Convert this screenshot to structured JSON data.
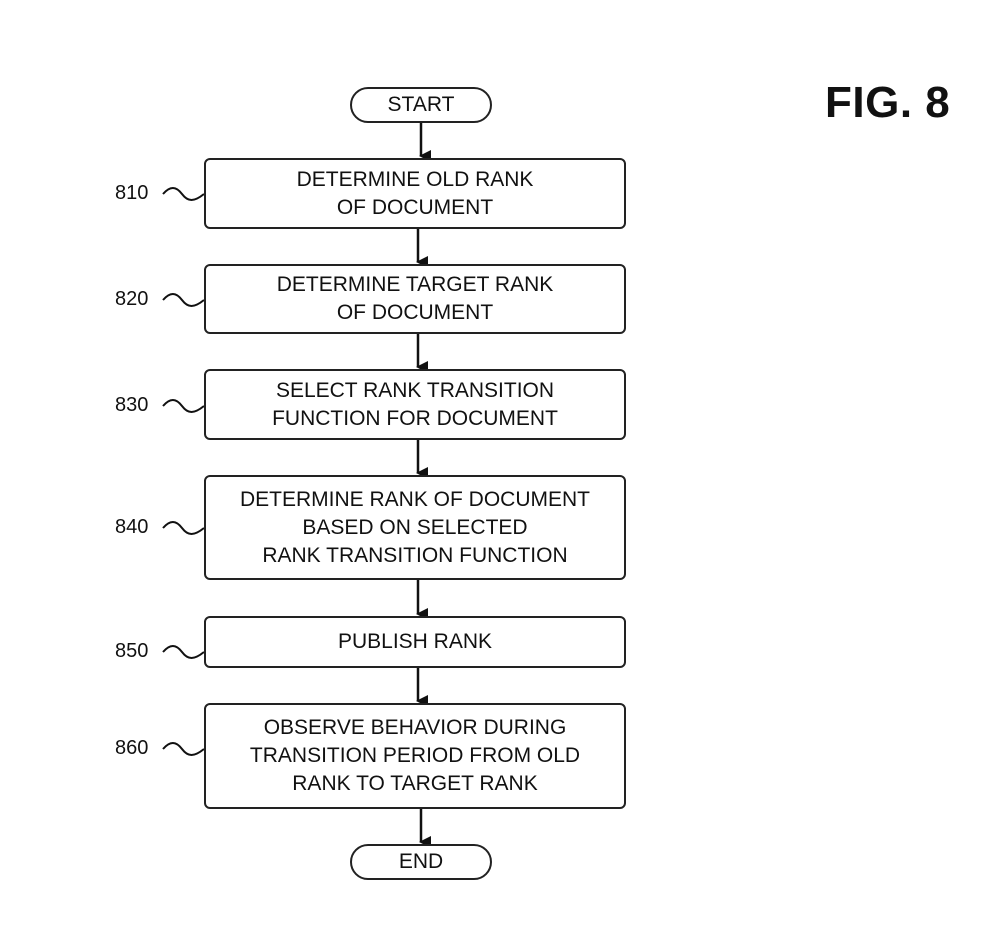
{
  "figure": {
    "title": "FIG. 8"
  },
  "flowchart": {
    "start_label": "START",
    "end_label": "END",
    "steps": [
      {
        "ref": "810",
        "text": "DETERMINE OLD RANK\nOF DOCUMENT"
      },
      {
        "ref": "820",
        "text": "DETERMINE TARGET RANK\nOF DOCUMENT"
      },
      {
        "ref": "830",
        "text": "SELECT RANK TRANSITION\nFUNCTION FOR DOCUMENT"
      },
      {
        "ref": "840",
        "text": "DETERMINE RANK OF DOCUMENT\nBASED ON SELECTED\nRANK TRANSITION FUNCTION"
      },
      {
        "ref": "850",
        "text": "PUBLISH RANK"
      },
      {
        "ref": "860",
        "text": "OBSERVE BEHAVIOR DURING\nTRANSITION PERIOD FROM OLD\nRANK TO TARGET RANK"
      }
    ]
  }
}
